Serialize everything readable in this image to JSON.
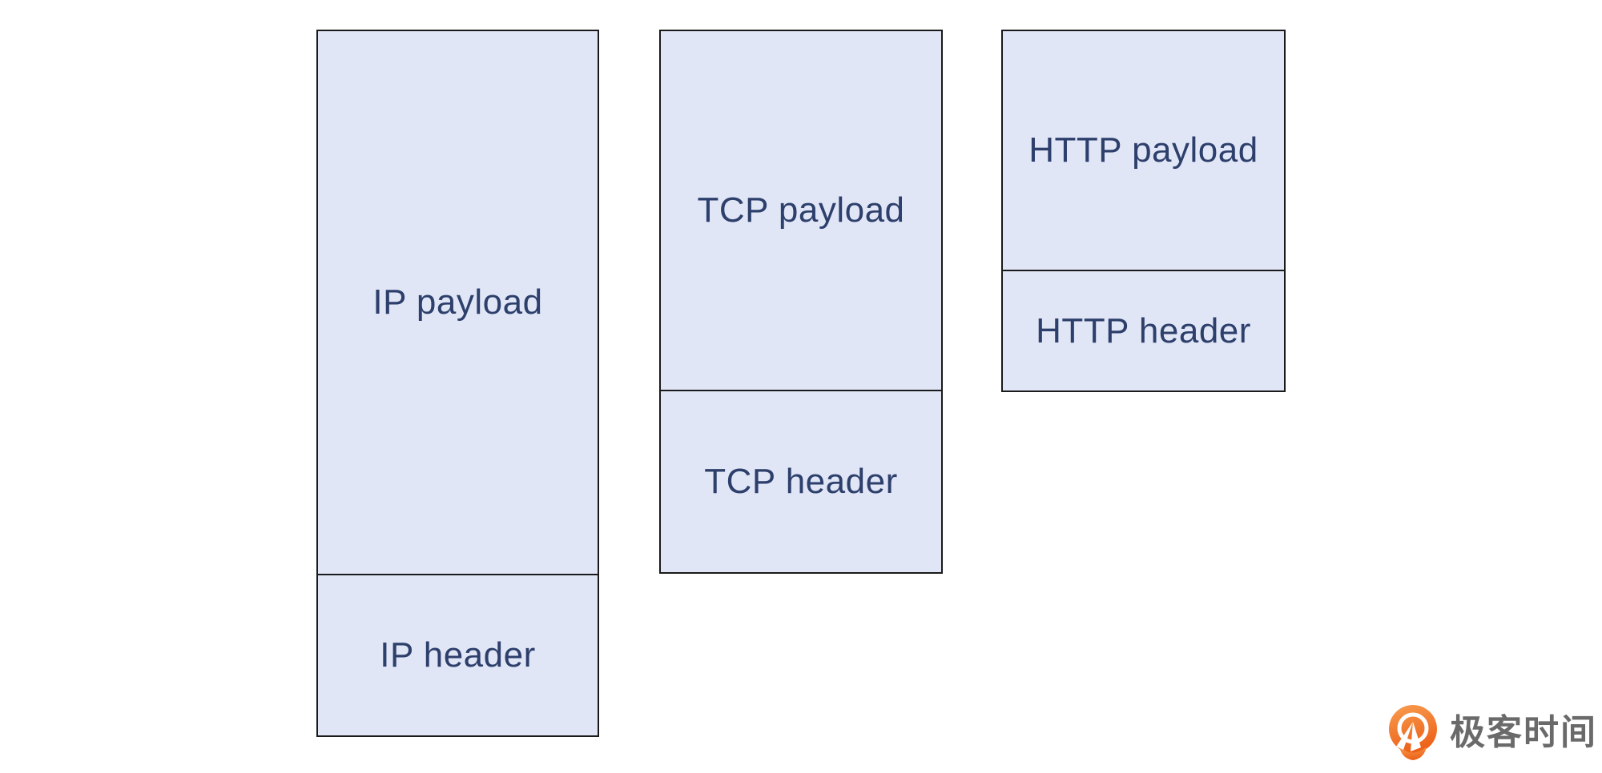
{
  "theme": {
    "box_fill": "#e1e6f7",
    "box_border": "#1a1a1a",
    "box_label_color": "#2d3f6b",
    "logo_orange": "#ec5f16",
    "logo_orange_light": "#f79a4d",
    "logo_text_color": "#6a6a6a",
    "page_bg": "#ffffff"
  },
  "diagram": {
    "type": "protocol-encapsulation",
    "columns": [
      {
        "id": "ip",
        "segments": [
          {
            "label": "IP payload"
          },
          {
            "label": "IP header"
          }
        ]
      },
      {
        "id": "tcp",
        "segments": [
          {
            "label": "TCP payload"
          },
          {
            "label": "TCP header"
          }
        ]
      },
      {
        "id": "http",
        "segments": [
          {
            "label": "HTTP payload"
          },
          {
            "label": "HTTP header"
          }
        ]
      }
    ]
  },
  "logo": {
    "text": "极客时间",
    "icon": "geektime-clock-pin-icon"
  }
}
